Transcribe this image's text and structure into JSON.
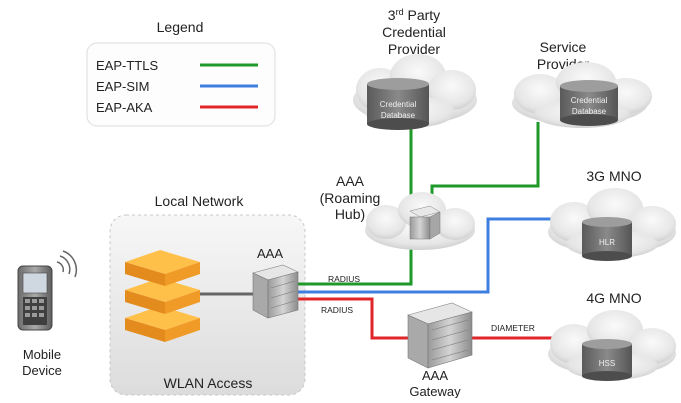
{
  "legend": {
    "title": "Legend",
    "items": [
      {
        "label": "EAP-TTLS",
        "color": "#1f9a2a"
      },
      {
        "label": "EAP-SIM",
        "color": "#3d7fe0"
      },
      {
        "label": "EAP-AKA",
        "color": "#e0262a"
      }
    ]
  },
  "nodes": {
    "third_party": {
      "line1_prefix": "3",
      "line1_sup": "rd",
      "line1_suffix": " Party",
      "line2": "Credential",
      "line3": "Provider"
    },
    "cred_db_1": {
      "line1": "Credential",
      "line2": "Database"
    },
    "service_provider": {
      "line1": "Service",
      "line2": "Provider"
    },
    "cred_db_2": {
      "line1": "Credential",
      "line2": "Database"
    },
    "aaa_roaming": {
      "line1": "AAA",
      "line2": "(Roaming",
      "line3": "Hub)"
    },
    "mno_3g": {
      "label": "3G MNO"
    },
    "hlr": {
      "label": "HLR"
    },
    "local_network": {
      "label": "Local Network"
    },
    "wlan_access": {
      "label": "WLAN Access"
    },
    "aaa_local": {
      "label": "AAA"
    },
    "mobile_device": {
      "line1": "Mobile",
      "line2": "Device"
    },
    "mno_4g": {
      "label": "4G MNO"
    },
    "hss": {
      "label": "HSS"
    },
    "aaa_gateway": {
      "line1": "AAA",
      "line2": "Gateway"
    }
  },
  "links": {
    "radius_1": "RADIUS",
    "radius_2": "RADIUS",
    "diameter": "DIAMETER"
  },
  "colors": {
    "ttls": "#1f9a2a",
    "sim": "#3d7fe0",
    "aka": "#e0262a",
    "wlan_orange": "#f29a22"
  }
}
